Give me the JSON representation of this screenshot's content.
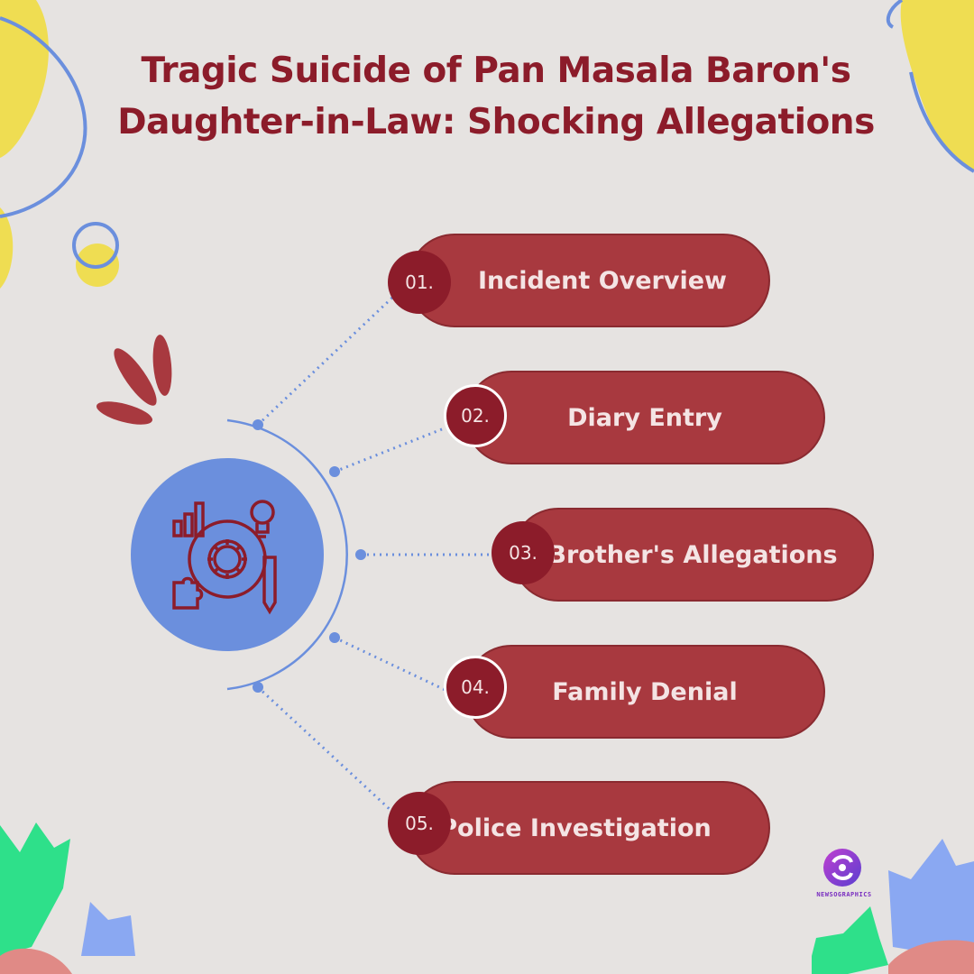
{
  "title": "Tragic Suicide of Pan Masala Baron's Daughter-in-Law: Shocking Allegations",
  "items": [
    {
      "number": "01.",
      "label": "Incident Overview"
    },
    {
      "number": "02.",
      "label": "Diary Entry"
    },
    {
      "number": "03.",
      "label": "Brother's Allegations"
    },
    {
      "number": "04.",
      "label": "Family Denial"
    },
    {
      "number": "05.",
      "label": "Police Investigation"
    }
  ],
  "hub_icon": "analytics-gear-icon",
  "brand": {
    "name": "NEWSOGRAPHICS",
    "logo_icon": "newsographics-logo-icon"
  },
  "colors": {
    "background": "#e6e3e1",
    "title": "#8c1c2a",
    "pill": "#a8393f",
    "number_badge": "#8c1c2a",
    "hub": "#6b8fdd",
    "connector": "#6b8fdd"
  }
}
